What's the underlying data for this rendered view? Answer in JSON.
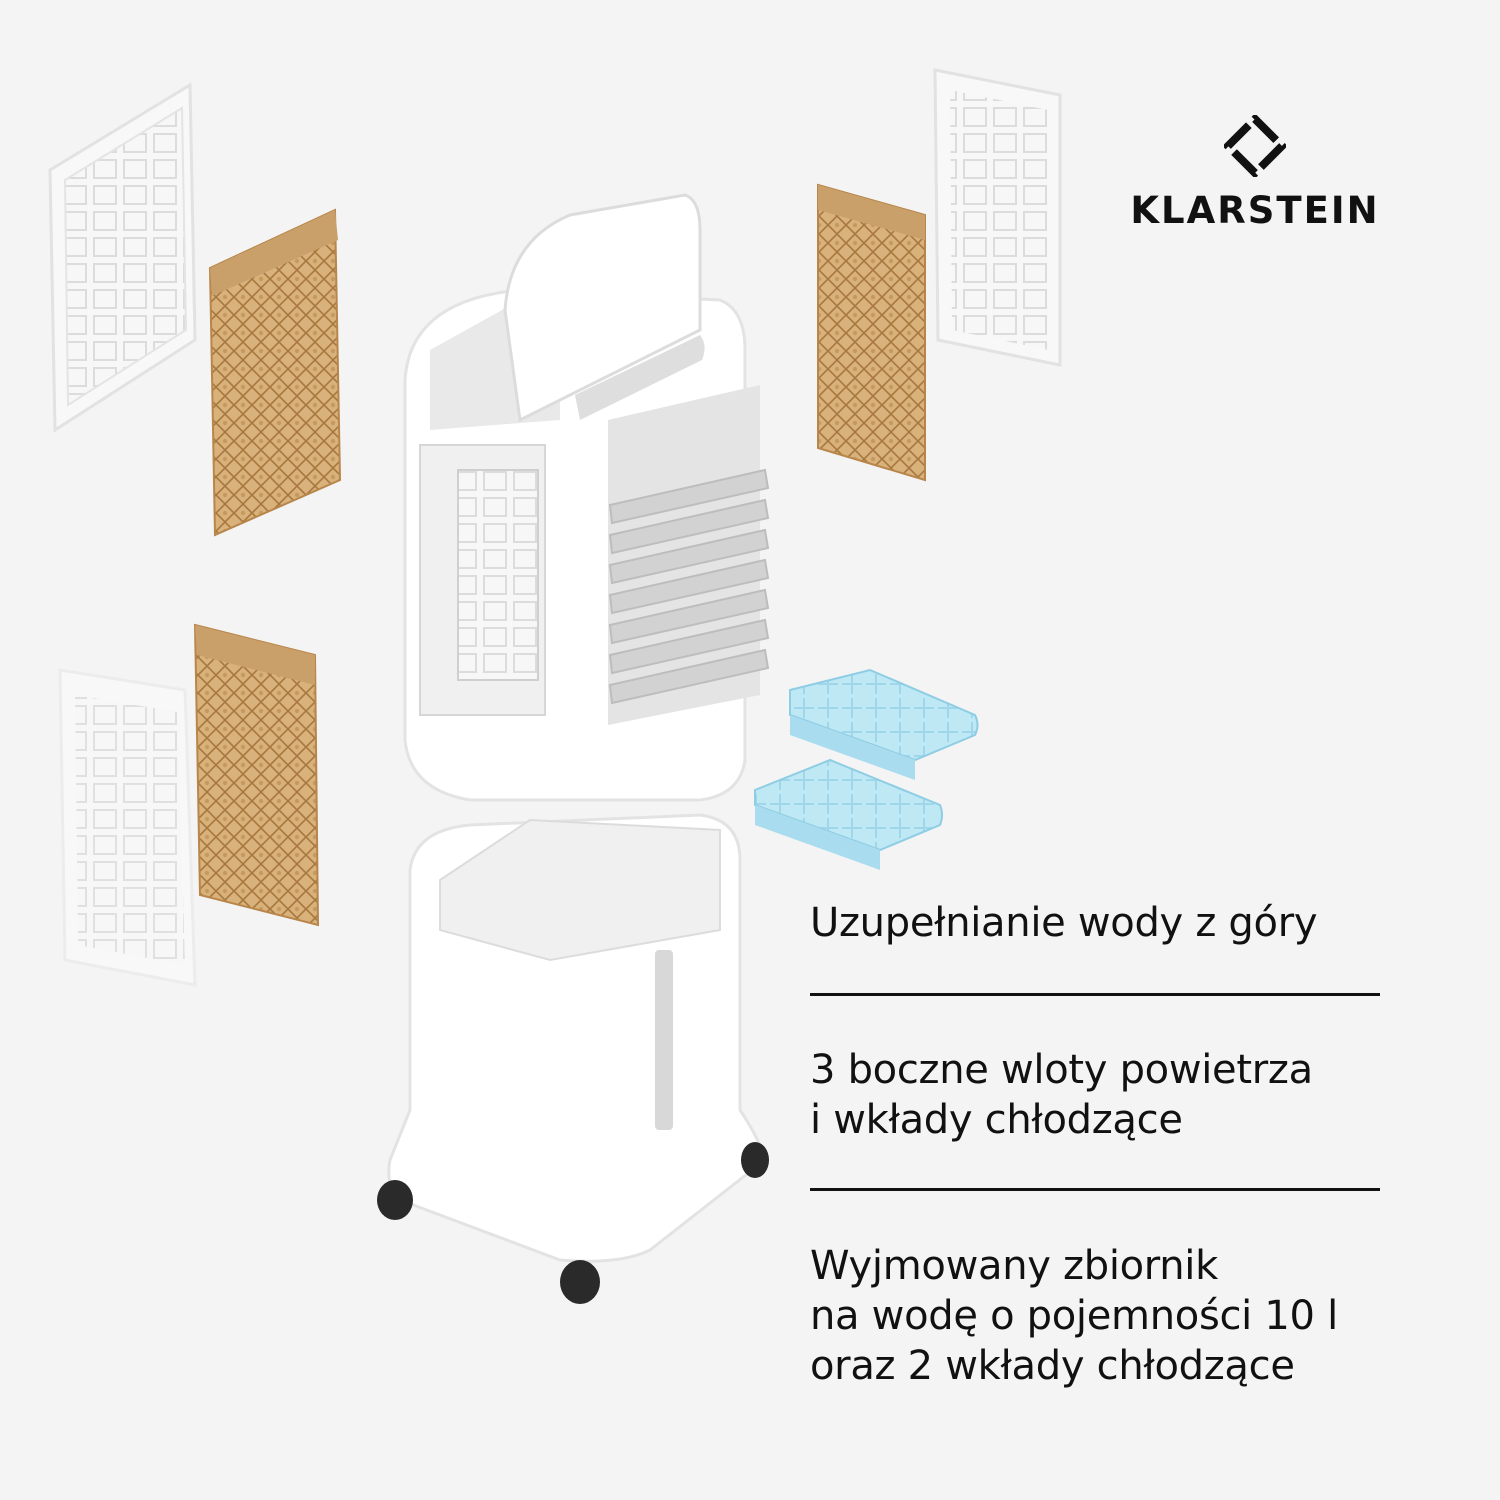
{
  "brand": {
    "name": "KLARSTEIN",
    "logo_icon": "klarstein-diamond-logo-icon"
  },
  "features": [
    {
      "text": "Uzupełnianie wody z góry"
    },
    {
      "text": "3 boczne wloty powietrza\ni wkłady chłodzące"
    },
    {
      "text": "Wyjmowany zbiornik\nna wodę o pojemności 10 l\noraz 2 wkłady chłodzące"
    }
  ],
  "product_image": {
    "subject": "air-cooler-exploded-view-illustration",
    "colors": {
      "background": "#f4f4f4",
      "housing": "#ffffff",
      "cooling_pad": "#d7b07a",
      "ice_pack": "#bfe8f5",
      "louver": "#cfcfcf",
      "wheel": "#2a2a2a"
    }
  }
}
